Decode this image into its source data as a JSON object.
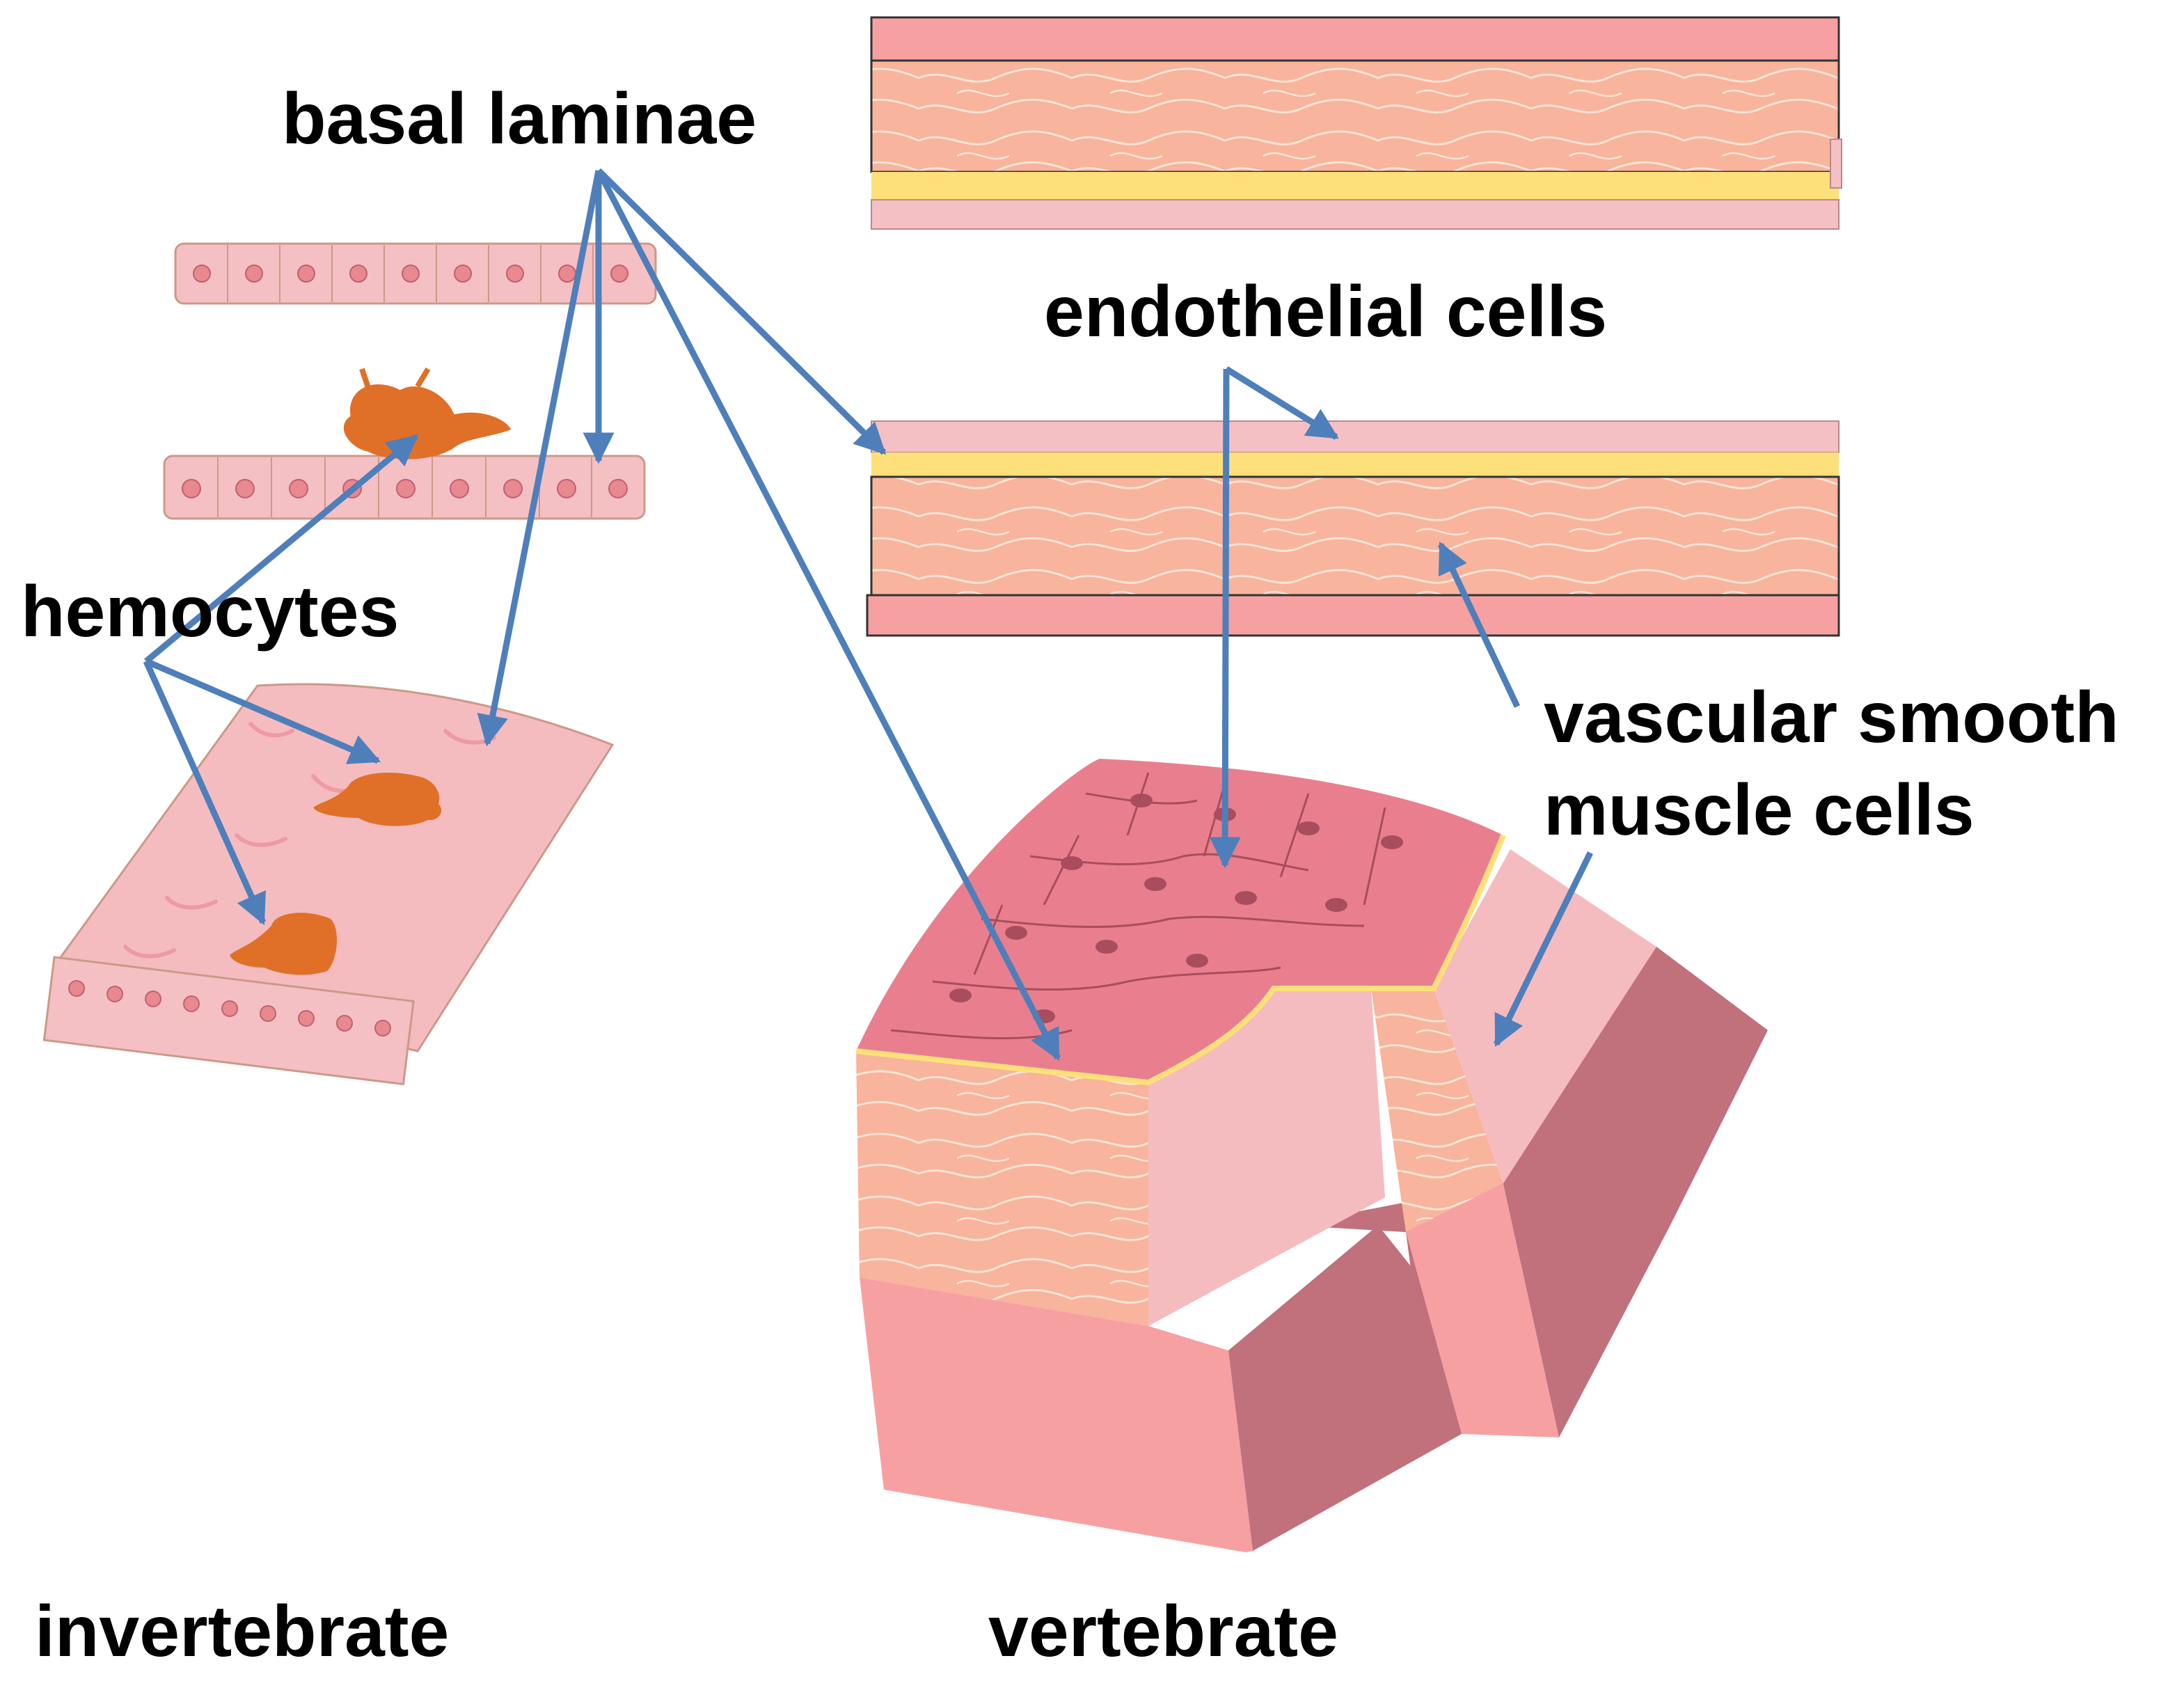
{
  "labels": {
    "basal_laminae": "basal laminae",
    "endothelial_cells": "endothelial cells",
    "hemocytes": "hemocytes",
    "vascular_smooth_line1": "vascular smooth",
    "vascular_smooth_line2": "muscle cells",
    "invertebrate": "invertebrate",
    "vertebrate": "vertebrate"
  },
  "colors": {
    "arrow": "#4e7fba",
    "epithelium": "#f5c0c4",
    "cell_nucleus": "#e8888f",
    "hemocyte": "#e07028",
    "basal_lamina": "#fde07a",
    "smooth_muscle": "#f8b49c",
    "adventitia": "#f7a0a2",
    "adventitia_dark": "#c0717c",
    "endothelium_cells": "#e97f8e"
  }
}
